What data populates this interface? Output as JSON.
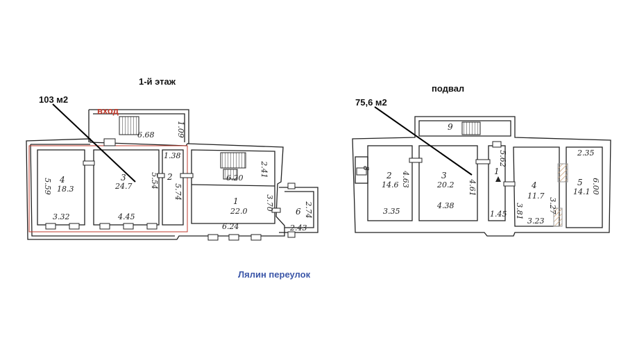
{
  "floor1": {
    "title": "1-й этаж",
    "area": "103 м2",
    "entrance": "вход",
    "rooms": [
      {
        "num": "4",
        "area": "18.3",
        "dims": [
          "5.59",
          "3.32"
        ]
      },
      {
        "num": "3",
        "area": "24.7",
        "dims": [
          "5.54",
          "4.45"
        ]
      },
      {
        "num": "2",
        "dims": [
          "5.74",
          "1.38"
        ]
      },
      {
        "num": "1",
        "area": "22.0",
        "dims": [
          "6.24",
          "3.70",
          "6.20",
          "2.41"
        ]
      },
      {
        "num": "6",
        "dims": [
          "2.74",
          "2.43"
        ]
      },
      {
        "dims": [
          "6.68",
          "1.09"
        ]
      }
    ]
  },
  "basement": {
    "title": "подвал",
    "area": "75,6 м2",
    "rooms": [
      {
        "num": "9"
      },
      {
        "num": "8"
      },
      {
        "num": "2",
        "area": "14.6",
        "dims": [
          "4.63",
          "3.35"
        ]
      },
      {
        "num": "3",
        "area": "20.2",
        "dims": [
          "4.61",
          "4.38"
        ]
      },
      {
        "num": "1",
        "dims": [
          "5.62",
          "1.45"
        ]
      },
      {
        "num": "4",
        "area": "11.7",
        "dims": [
          "3.23",
          "3.81",
          "3.27"
        ]
      },
      {
        "num": "5",
        "area": "14.1",
        "dims": [
          "2.35",
          "6.00"
        ]
      }
    ]
  },
  "street": "Лялин переулок"
}
